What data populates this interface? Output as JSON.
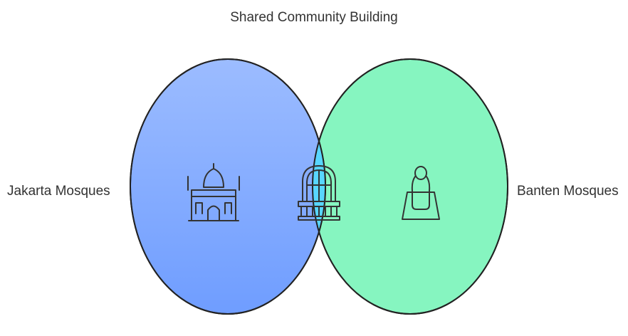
{
  "diagram": {
    "title": "Shared Community Building",
    "sets": [
      {
        "label": "Jakarta Mosques",
        "color_top": "#9cbcff",
        "color_bottom": "#6f9dff",
        "icon": "taj-mahal-mosque-icon"
      },
      {
        "label": "Banten Mosques",
        "color": "#86f5c0",
        "icon": "prayer-mat-person-icon"
      }
    ],
    "intersection": {
      "color": "#58d6ff",
      "icon": "arched-window-balcony-icon"
    },
    "stroke_color": "#222222"
  }
}
